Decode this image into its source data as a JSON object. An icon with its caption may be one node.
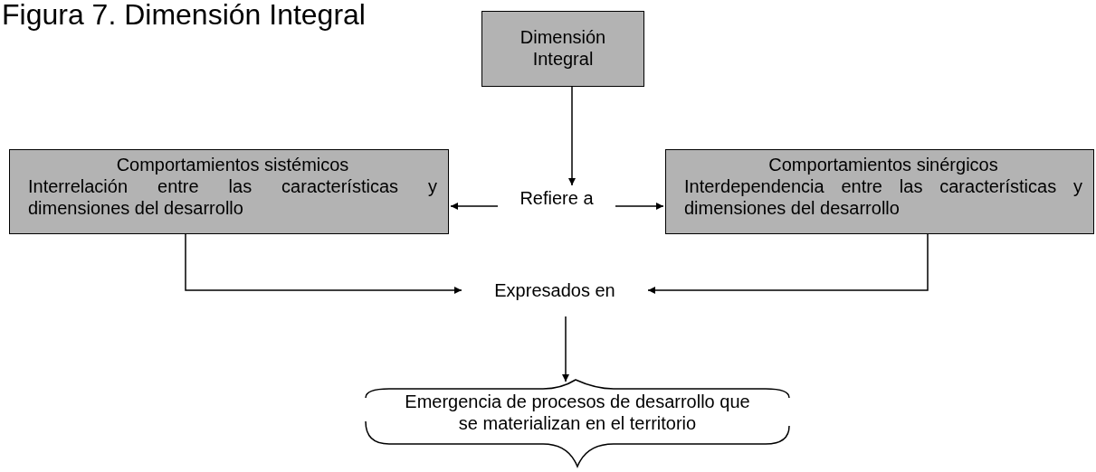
{
  "diagram": {
    "title": "Figura 7. Dimensión Integral",
    "nodes": [
      {
        "text": [
          "Dimensión Integral"
        ]
      },
      {
        "text": [
          "Comportamientos sistémicos",
          "Interrelación entre las características y dimensiones del desarrollo"
        ]
      },
      {
        "text": [
          "Refiere a"
        ]
      },
      {
        "text": [
          "Comportamientos sinérgicos",
          "Interdependencia entre las características y dimensiones del desarrollo"
        ]
      },
      {
        "text": [
          "Expresados en"
        ]
      },
      {
        "text": [
          "Emergencia de procesos de desarrollo que se materializan en el territorio"
        ]
      }
    ],
    "edges": [
      {
        "from": 0,
        "to": 2,
        "arrow": "to"
      },
      {
        "from": 2,
        "to": 1,
        "arrow": "to"
      },
      {
        "from": 2,
        "to": 3,
        "arrow": "to"
      },
      {
        "from": 1,
        "to": 4,
        "arrow": "to"
      },
      {
        "from": 3,
        "to": 4,
        "arrow": "to"
      },
      {
        "from": 4,
        "to": 5,
        "arrow": "to"
      }
    ]
  }
}
